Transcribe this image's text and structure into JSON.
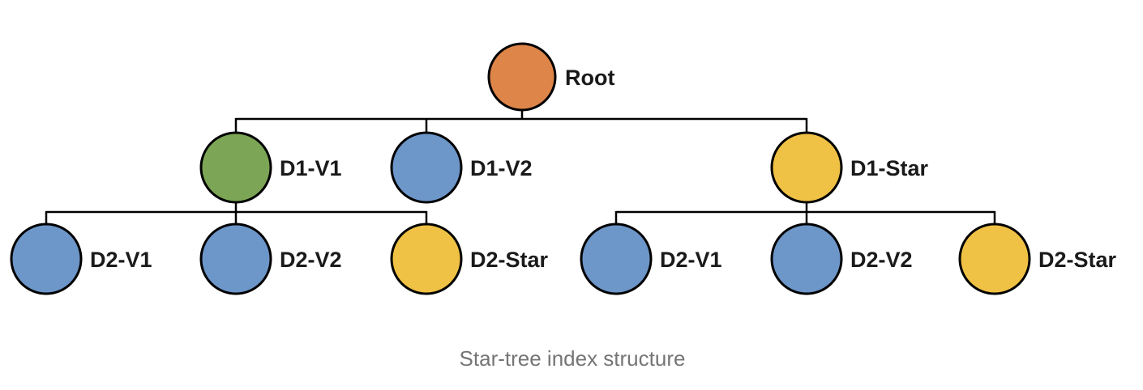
{
  "diagram": {
    "caption": "Star-tree index structure",
    "caption_color": "#757575",
    "line_color": "#000000",
    "background": "#ffffff"
  },
  "palette": {
    "orange": "#DE8549",
    "green": "#7CA655",
    "blue": "#6D96C9",
    "yellow": "#EFC145"
  },
  "tree": {
    "root": {
      "label": "Root",
      "fill": "#DE8549",
      "children": [
        {
          "label": "D1-V1",
          "fill": "#7CA655",
          "children": [
            {
              "label": "D2-V1",
              "fill": "#6D96C9"
            },
            {
              "label": "D2-V2",
              "fill": "#6D96C9"
            },
            {
              "label": "D2-Star",
              "fill": "#EFC145"
            }
          ]
        },
        {
          "label": "D1-V2",
          "fill": "#6D96C9",
          "children": []
        },
        {
          "label": "D1-Star",
          "fill": "#EFC145",
          "children": [
            {
              "label": "D2-V1",
              "fill": "#6D96C9"
            },
            {
              "label": "D2-V2",
              "fill": "#6D96C9"
            },
            {
              "label": "D2-Star",
              "fill": "#EFC145"
            }
          ]
        }
      ]
    }
  }
}
